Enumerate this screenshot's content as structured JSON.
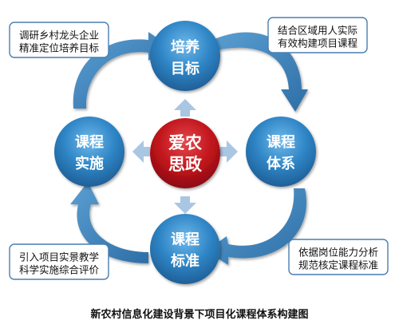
{
  "center": {
    "line1": "爱农",
    "line2": "思政"
  },
  "nodes": {
    "top": {
      "line1": "培养",
      "line2": "目标"
    },
    "right": {
      "line1": "课程",
      "line2": "体系"
    },
    "bottom": {
      "line1": "课程",
      "line2": "标准"
    },
    "left": {
      "line1": "课程",
      "line2": "实施"
    }
  },
  "notes": {
    "top_left": {
      "line1": "调研乡村龙头企业",
      "line2": "精准定位培养目标"
    },
    "top_right": {
      "line1": "结合区域用人实际",
      "line2": "有效构建项目课程"
    },
    "bottom_right": {
      "line1": "依据岗位能力分析",
      "line2": "规范核定课程标准"
    },
    "bottom_left": {
      "line1": "引入项目实景教学",
      "line2": "科学实施综合评价"
    }
  },
  "caption": "新农村信息化建设背景下项目化课程体系构建图",
  "colors": {
    "node_blue": "#2f86c6",
    "center_red": "#c0141b",
    "cycle_arrow": "#3d7fb4",
    "inner_arrow": "#a9c6e3",
    "note_border": "#4a7db0"
  }
}
